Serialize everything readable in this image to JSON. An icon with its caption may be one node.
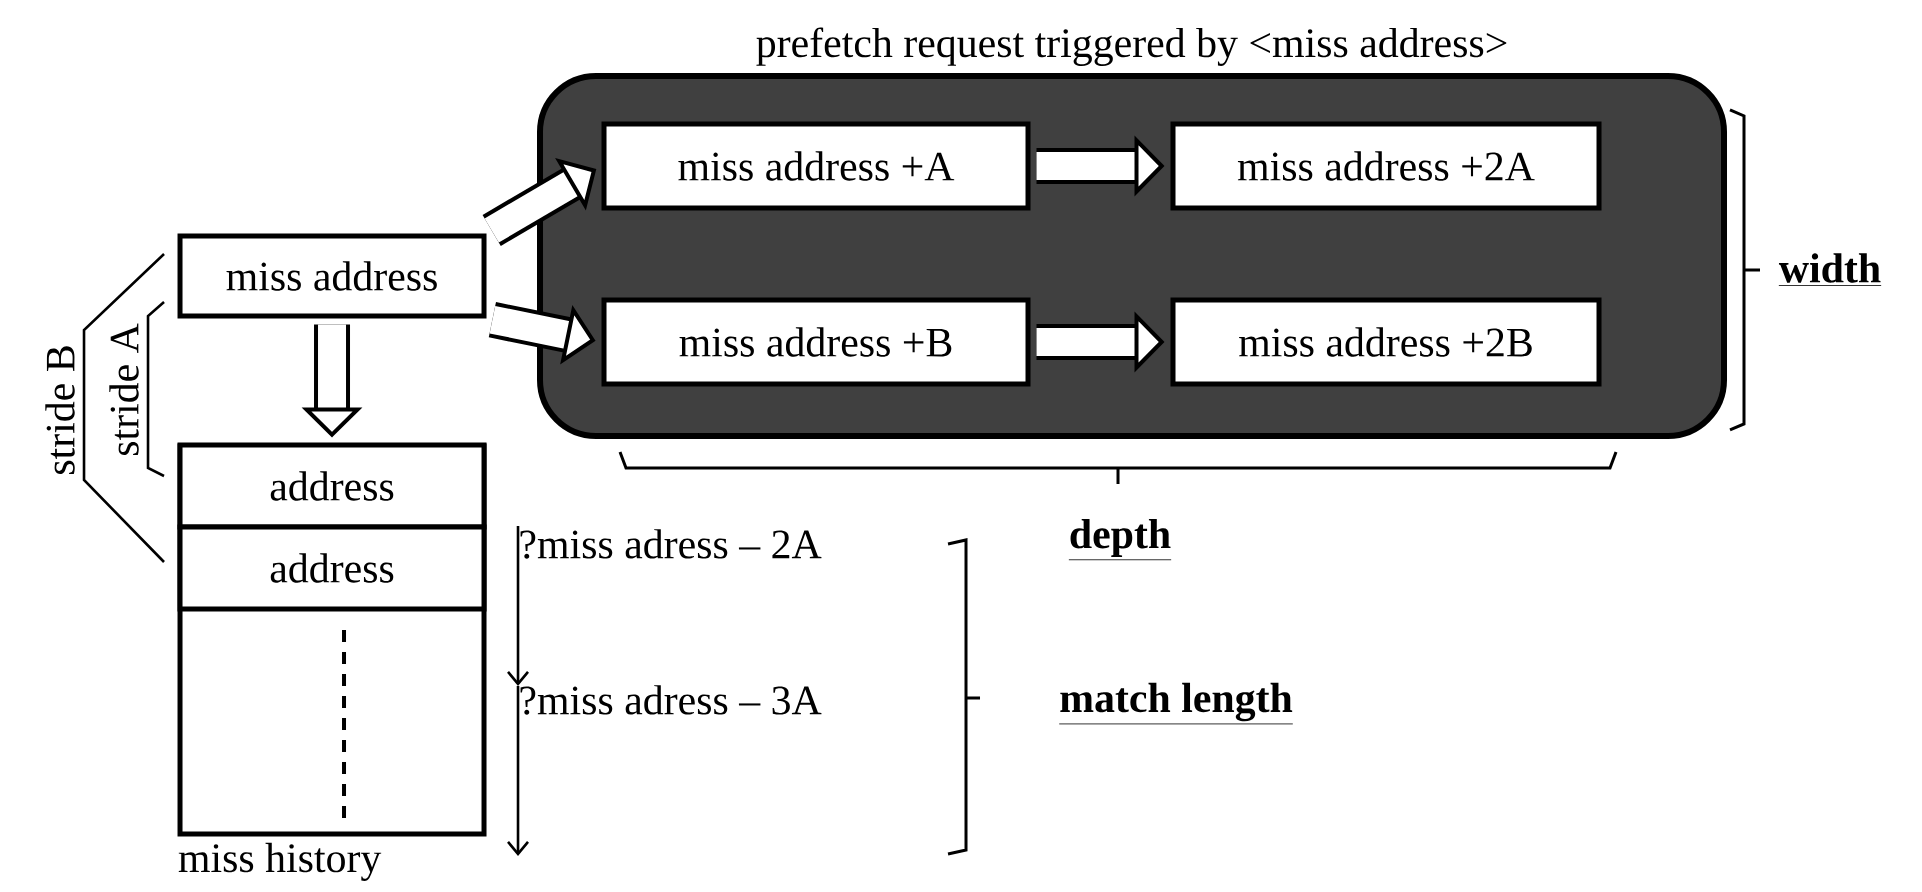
{
  "diagram": {
    "nodes": [
      {
        "text": [
          "prefetch request triggered by <miss address>"
        ]
      },
      {
        "text": [
          "miss address +A"
        ],
        "in": 0
      },
      {
        "text": [
          "miss address +2A"
        ],
        "in": 0
      },
      {
        "text": [
          "miss address +B"
        ],
        "in": 0
      },
      {
        "text": [
          "miss address +2B"
        ],
        "in": 0
      },
      {
        "text": [
          "miss address"
        ]
      },
      {
        "text": [
          "miss history"
        ]
      },
      {
        "text": [
          "address"
        ],
        "in": 6
      },
      {
        "text": [
          "address"
        ],
        "in": 6
      }
    ],
    "edges": [
      {
        "from": 5,
        "to": 1,
        "arrow": "to"
      },
      {
        "from": 5,
        "to": 3,
        "arrow": "to"
      },
      {
        "from": 1,
        "to": 2,
        "arrow": "to"
      },
      {
        "from": 3,
        "to": 4,
        "arrow": "to"
      },
      {
        "from": 5,
        "to": 6,
        "arrow": "to"
      }
    ],
    "labels": [
      "width",
      "stride B",
      "stride A",
      "depth",
      "?miss adress – 2A",
      "match length",
      "?miss adress – 3A"
    ]
  }
}
